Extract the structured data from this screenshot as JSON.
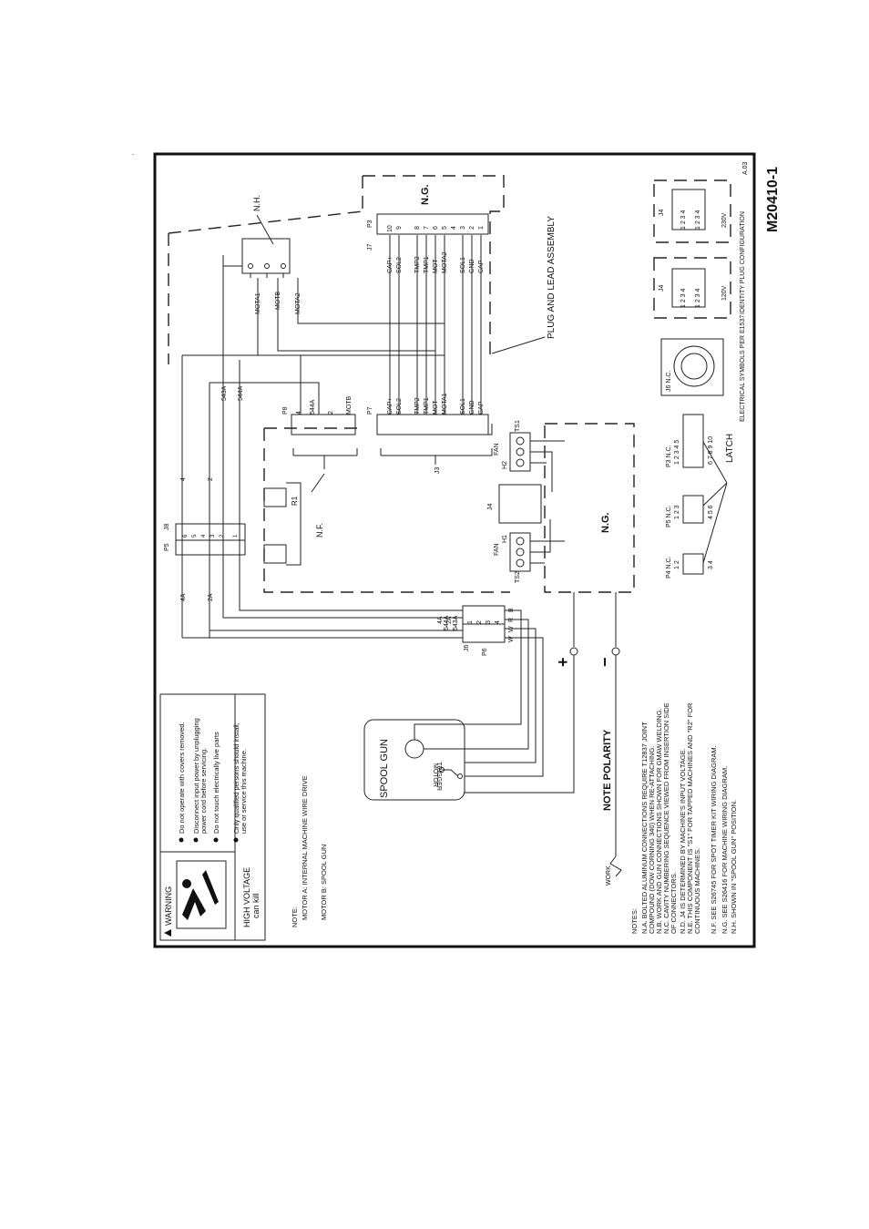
{
  "page": {
    "corner_mark": "."
  },
  "drawing": {
    "number": "M20410-1",
    "revision": "A.03",
    "id_plug_caption": "IDENTITY PLUG CONFIGURATION",
    "plug_120": "120V",
    "plug_230": "230V",
    "j4": "J4",
    "j6_label": "J6 N.C.",
    "j6_caption": "ELECTRICAL SYMBOLS PER E1537",
    "latch": "LATCH",
    "p3nc": "P3  N.C.",
    "p5nc": "P5  N.C.",
    "p4nc": "P4  N.C.",
    "p3_pins_top": "1 2 3 4 5",
    "p3_pins_bot": "6 7 8 9 10",
    "p5_pins_top": "1 2 3",
    "p5_pins_bot": "4 5 6",
    "p4_pins_top": "1 2",
    "p4_pins_bot": "3 4",
    "plug_lead": "PLUG AND LEAD ASSEMBLY",
    "ng1": "N.G.",
    "ng2": "N.G.",
    "nh": "N.H.",
    "nf": "N.F.",
    "ts1": "TS1",
    "ts2": "TS2",
    "fan": "FAN",
    "h1": "H1",
    "h2": "H2",
    "p3": "P3",
    "j7": "J7",
    "p7": "P7",
    "p8": "P8",
    "j3": "J3",
    "j8": "J8",
    "p5": "P5",
    "p6": "P6",
    "j6": "J6",
    "r1": "R1",
    "w543a": "543A",
    "w544a": "544A",
    "w4a": "4A",
    "w2a": "2A",
    "w4": "4",
    "w2": "2",
    "mota1": "MOTA1",
    "motb": "MOTB",
    "mota2": "MOTA2",
    "note_polarity": "NOTE POLARITY",
    "work": "WORK",
    "plus": "+",
    "minus": "−",
    "spool_gun": "SPOOL GUN",
    "motor": "MOTOR",
    "trigger": "TRIGGER",
    "wire_b": "B",
    "wire_r": "R",
    "wire_w": "W"
  },
  "p3_signals": [
    "CAP+",
    "SOL2",
    "TMP2",
    "TMP1",
    "MOT-",
    "MOTA2",
    "SOL1",
    "GND",
    "CAP-"
  ],
  "p7_signals": [
    "CAP+",
    "SOL2",
    "TMP2",
    "TMP1",
    "MOT-",
    "MOTA1",
    "SOL1",
    "GND",
    "CAP-"
  ],
  "p8_signals": [
    "4",
    "544A",
    "2",
    "MOTB"
  ],
  "p6_signals": [
    "544A",
    "543A",
    "4A",
    "2A"
  ],
  "warning": {
    "title": "WARNING",
    "hv1": "HIGH VOLTAGE",
    "hv2": "can kill",
    "bullets": [
      "Do not operate with covers removed.",
      "Disconnect input power by unplugging",
      "power cord before servicing.",
      "Do not touch electrically live parts",
      "Only qualified persons should install,",
      "use or service this machine."
    ]
  },
  "motor_note": {
    "title": "NOTE:",
    "a": "MOTOR A: INTERNAL MACHINE WIRE DRIVE",
    "b": "MOTOR B: SPOOL GUN"
  },
  "notes": {
    "title": "NOTES:",
    "lines": [
      "N.A.   BOLTED ALUMINUM CONNECTIONS REQUIRE T12837 JOINT",
      "          COMPOUND (DOW CORNING 340) WHEN RE-ATTACHING.",
      "N.B.   WORK AND GUN CONNECTIONS SHOWN FOR GMAW WELDING.",
      "N.C.   CAVITY NUMBERING SEQUENCE VIEWED FROM INSERTION SIDE",
      "          OF CONNECTORS.",
      "N.D.   J4 IS DETERMINED BY MACHINE'S INPUT VOLTAGE.",
      "N.E.   THIS COMPONENT IS \"S1\" FOR TAPPED MACHINES AND \"R2\" FOR",
      "          CONTINUOUS MACHINES.",
      "N.F.   SEE S26745 FOR SPOT TIMER KIT WIRING DIAGRAM.",
      "N.G.   SEE S26416 FOR MACHINE WIRING DIAGRAM.",
      "N.H.   SHOWN IN \"SPOOL GUN\" POSITION."
    ]
  }
}
